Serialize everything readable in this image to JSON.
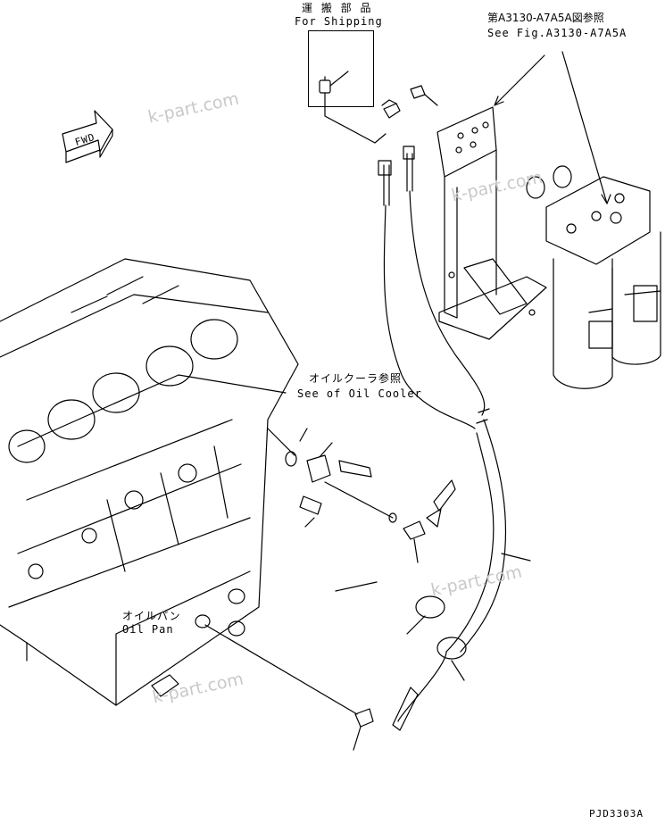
{
  "shipping": {
    "label_jp": "運 搬 部 品",
    "label_en": "For Shipping"
  },
  "ref_fig": {
    "label_jp": "第A3130-A7A5A図参照",
    "label_en": "See Fig.A3130-A7A5A"
  },
  "oil_cooler": {
    "label_jp": "オイルクーラ参照",
    "label_en": "See of Oil Cooler"
  },
  "oil_pan": {
    "label_jp": "オイルパン",
    "label_en": "Oil Pan"
  },
  "fwd_label": "FWD",
  "watermark": "k-part.com",
  "drawing_code": "PJD3303A",
  "colors": {
    "line": "#000000",
    "watermark": "#c9c9c9"
  }
}
